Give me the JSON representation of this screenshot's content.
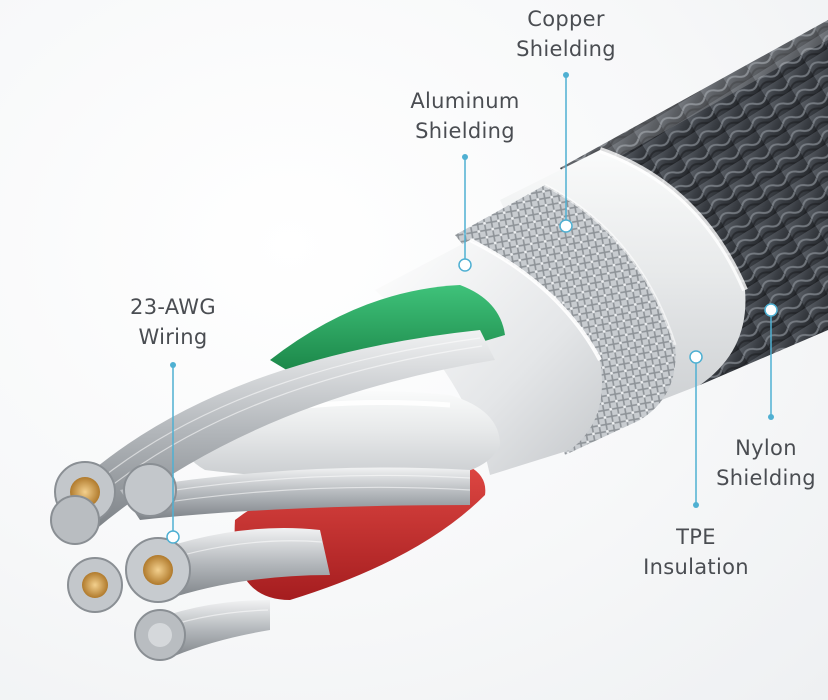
{
  "labels": {
    "copper": {
      "line1": "Copper",
      "line2": "Shielding"
    },
    "aluminum": {
      "line1": "Aluminum",
      "line2": "Shielding"
    },
    "wiring": {
      "line1": "23-AWG",
      "line2": "Wiring"
    },
    "nylon": {
      "line1": "Nylon",
      "line2": "Shielding"
    },
    "tpe": {
      "line1": "TPE",
      "line2": "Insulation"
    }
  },
  "colors": {
    "callout": "#4fb0d2",
    "nylon_braid": "#3c4045",
    "tpe_jacket": "#eceeef",
    "copper_mesh": "#b9bdc0",
    "aluminum_foil": "#e9eaeb",
    "wire_green": "#23a45a",
    "wire_red": "#cf2f2f",
    "strand_silver": "#b4b8bc",
    "strand_core_copper": "#d9a75a",
    "text": "#4a4d52"
  }
}
